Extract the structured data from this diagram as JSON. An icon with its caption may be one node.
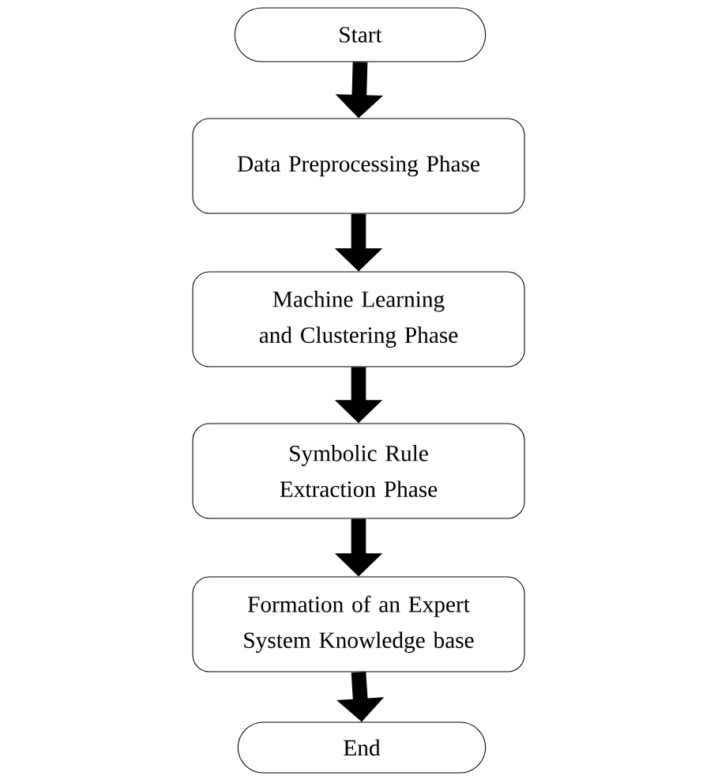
{
  "diagram": {
    "nodes": [
      {
        "text": [
          "Start"
        ]
      },
      {
        "text": [
          "Data Preprocessing Phase"
        ]
      },
      {
        "text": [
          "Machine Learning and Clustering Phase"
        ]
      },
      {
        "text": [
          "Symbolic Rule Extraction Phase"
        ]
      },
      {
        "text": [
          "Formation of an Expert System Knowledge base"
        ]
      },
      {
        "text": [
          "End"
        ]
      }
    ],
    "edges": [
      {
        "from": 0,
        "to": 1,
        "arrow": "to"
      },
      {
        "from": 1,
        "to": 2,
        "arrow": "to"
      },
      {
        "from": 2,
        "to": 3,
        "arrow": "to"
      },
      {
        "from": 3,
        "to": 4,
        "arrow": "to"
      },
      {
        "from": 4,
        "to": 5,
        "arrow": "to"
      }
    ]
  }
}
